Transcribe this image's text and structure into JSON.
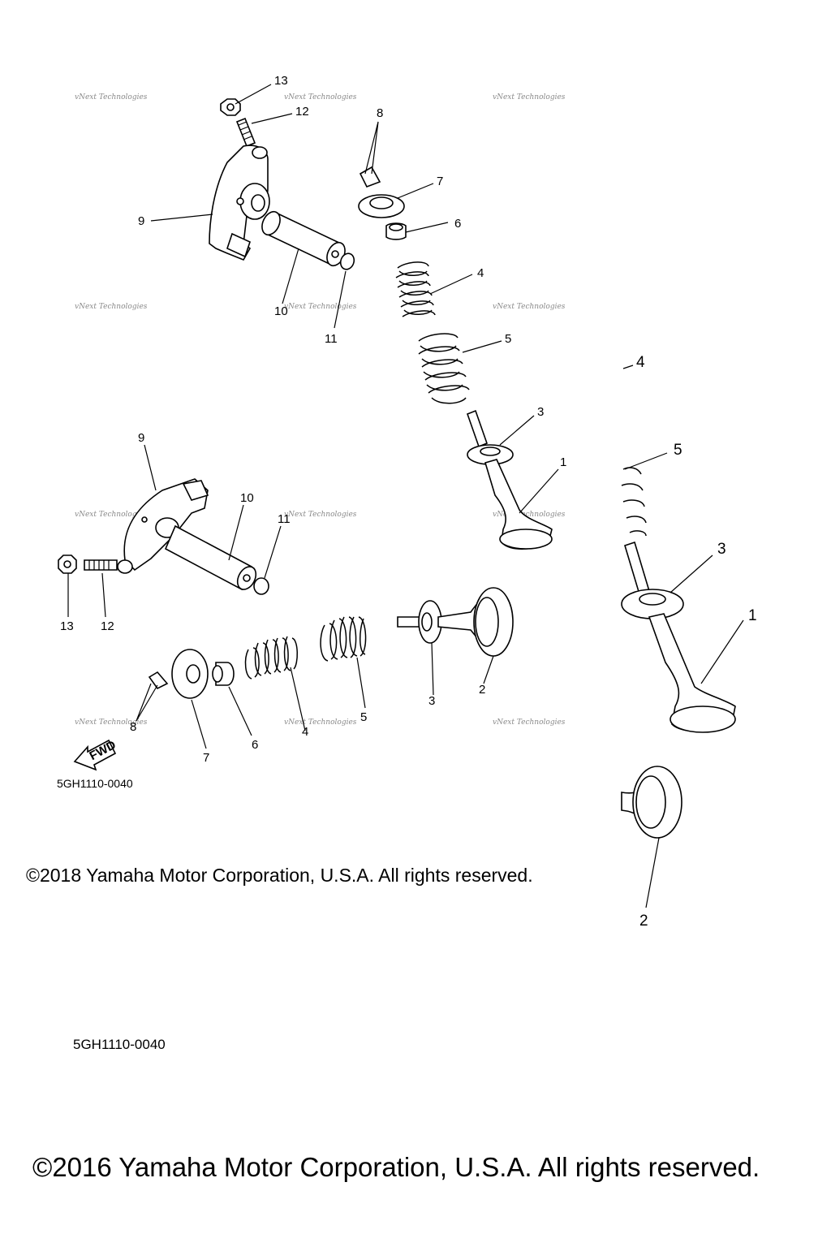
{
  "diagram": {
    "upper_refs": {
      "r13": "13",
      "r12": "12",
      "r9": "9",
      "r10": "10",
      "r11": "11",
      "r8": "8",
      "r7": "7",
      "r6": "6",
      "r4": "4",
      "r5": "5",
      "r3": "3",
      "r1": "1"
    },
    "lower_refs": {
      "r9": "9",
      "r10": "10",
      "r11": "11",
      "r13": "13",
      "r12": "12",
      "r8": "8",
      "r7": "7",
      "r6": "6",
      "r4": "4",
      "r5": "5",
      "r3": "3",
      "r2": "2"
    },
    "right_refs": {
      "r4": "4",
      "r5": "5",
      "r3": "3",
      "r1": "1",
      "r2": "2"
    },
    "fwd_label": "FWD",
    "diagram_code_small": "5GH1110-0040",
    "diagram_code_large": "5GH1110-0040",
    "copyright_2018": "©2018 Yamaha Motor Corporation, U.S.A. All rights reserved.",
    "copyright_2016": "©2016 Yamaha Motor Corporation, U.S.A. All rights reserved.",
    "watermark": "vNext Technologies"
  }
}
